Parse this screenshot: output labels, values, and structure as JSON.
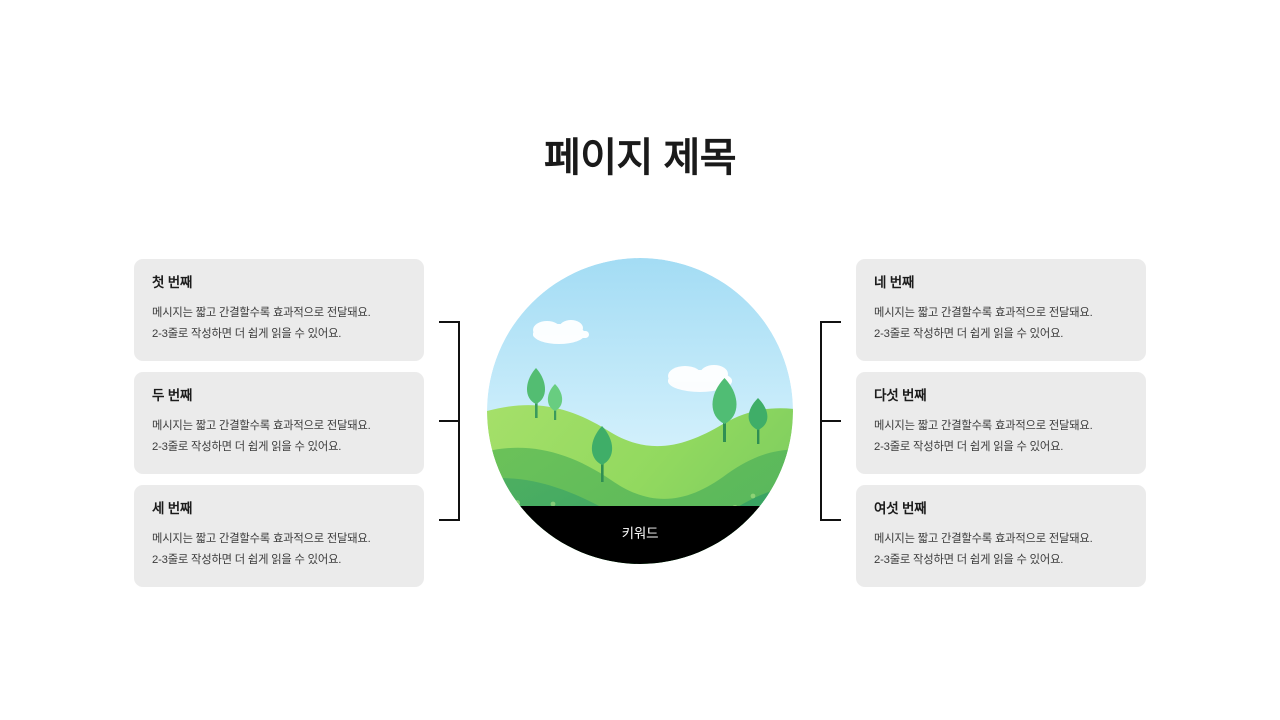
{
  "header": {
    "title": "페이지 제목"
  },
  "center": {
    "caption": "키워드",
    "illustration_name": "landscape-hills-illustration",
    "colors": {
      "sky_top": "#a6ddf4",
      "sky_bottom": "#eaf8fd",
      "cloud": "#ffffff",
      "hill_light": "#9ada62",
      "hill_mid": "#74c95a",
      "hill_dark": "#3fa05a",
      "tree_light": "#5cc07a",
      "tree_dark": "#2f9e63",
      "band": "#000000"
    }
  },
  "cards": [
    {
      "title": "첫 번째",
      "line1": "메시지는 짧고 간결할수록 효과적으로 전달돼요.",
      "line2": "2-3줄로 작성하면 더 쉽게 읽을 수 있어요.",
      "side": "left"
    },
    {
      "title": "두 번째",
      "line1": "메시지는 짧고 간결할수록 효과적으로 전달돼요.",
      "line2": "2-3줄로 작성하면 더 쉽게 읽을 수 있어요.",
      "side": "left"
    },
    {
      "title": "세 번째",
      "line1": "메시지는 짧고 간결할수록 효과적으로 전달돼요.",
      "line2": "2-3줄로 작성하면 더 쉽게 읽을 수 있어요.",
      "side": "left"
    },
    {
      "title": "네 번째",
      "line1": "메시지는 짧고 간결할수록 효과적으로 전달돼요.",
      "line2": "2-3줄로 작성하면 더 쉽게 읽을 수 있어요.",
      "side": "right"
    },
    {
      "title": "다섯 번째",
      "line1": "메시지는 짧고 간결할수록 효과적으로 전달돼요.",
      "line2": "2-3줄로 작성하면 더 쉽게 읽을 수 있어요.",
      "side": "right"
    },
    {
      "title": "여섯 번째",
      "line1": "메시지는 짧고 간결할수록 효과적으로 전달돼요.",
      "line2": "2-3줄로 작성하면 더 쉽게 읽을 수 있어요.",
      "side": "right"
    }
  ],
  "theme": {
    "background": "#ffffff",
    "card_background": "#ebebeb",
    "title_color": "#1a1a1a",
    "body_color": "#3b3b3b",
    "connector_color": "#111111"
  }
}
